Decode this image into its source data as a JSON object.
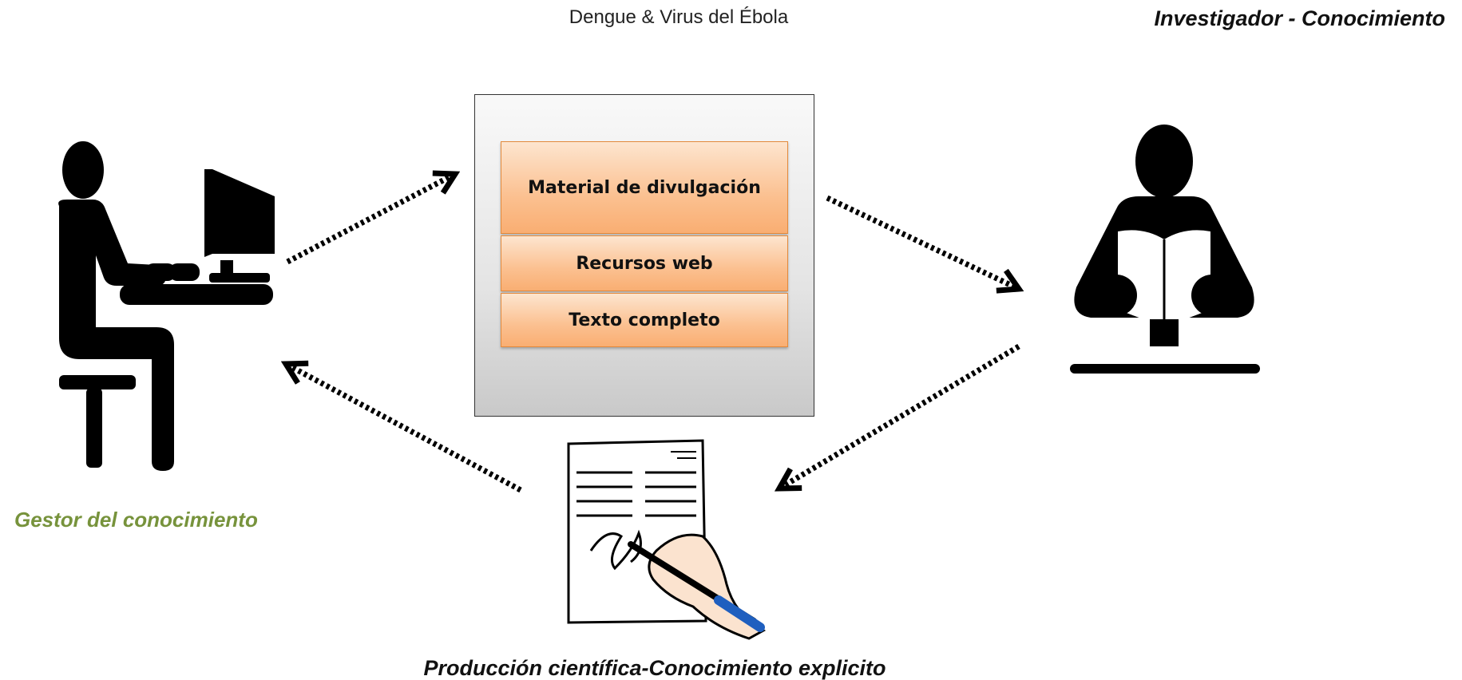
{
  "title": "Dengue & Virus del Ébola",
  "researcher_label": "Investigador - Conocimiento",
  "manager_label": "Gestor del conocimiento",
  "production_label": "Producción científica-Conocimiento explicito",
  "resources": [
    "Material de divulgación",
    "Recursos web",
    "Texto completo"
  ],
  "colors": {
    "manager_label": "#77933c",
    "resource_fill": "#fbc090",
    "resource_border": "#e38a3c",
    "figure": "#000000"
  },
  "icons": {
    "manager": "person-at-computer-icon",
    "researcher": "person-reading-icon",
    "document": "signing-document-icon"
  }
}
